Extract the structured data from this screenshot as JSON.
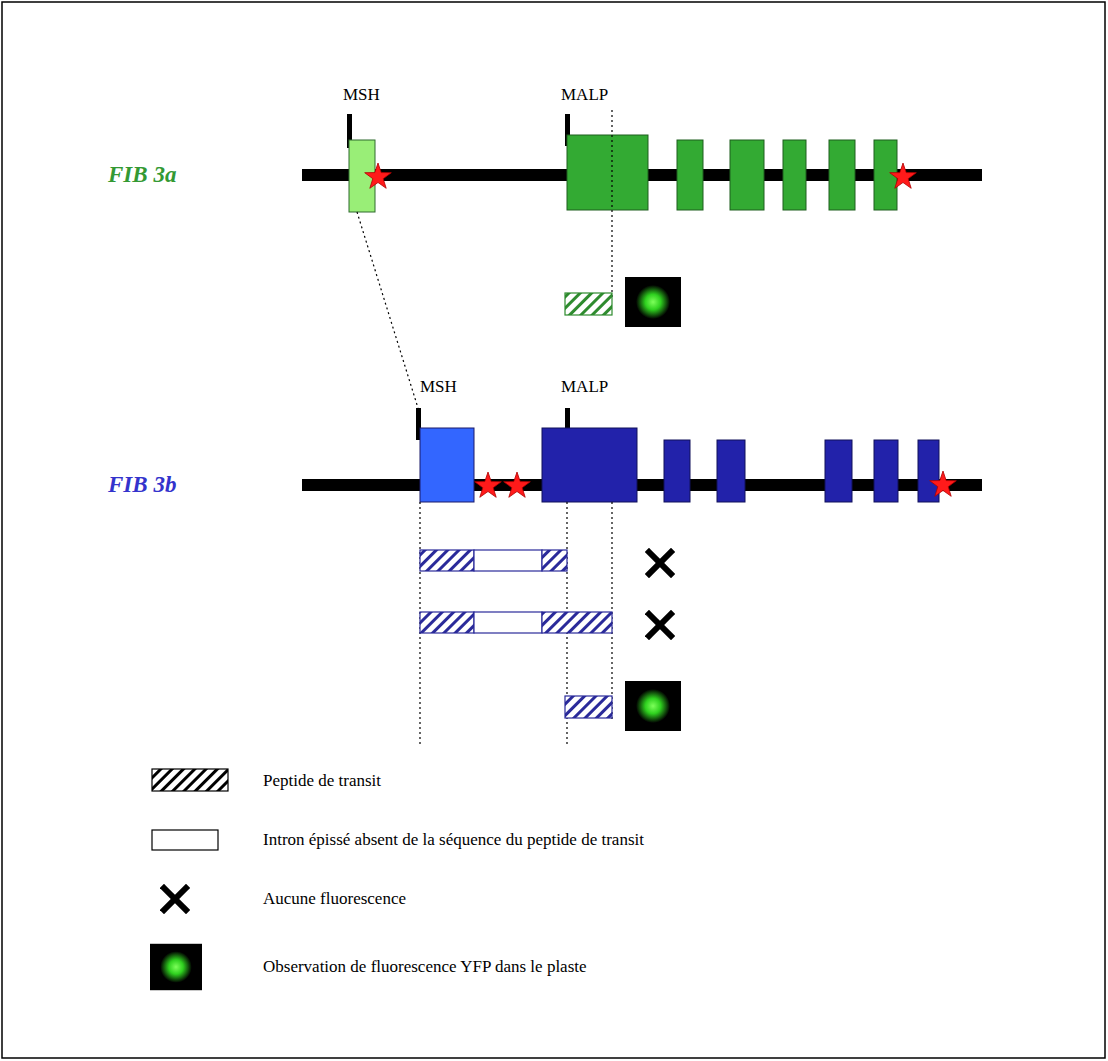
{
  "diagram": {
    "labels": [
      "MSH",
      "MALP",
      "FIB 3a",
      "MSH",
      "MALP",
      "FIB 3b"
    ],
    "legend": [
      {
        "text": "Peptide de transit"
      },
      {
        "text": "Intron épissé absent de la séquence du peptide de transit"
      },
      {
        "text": "Aucune fluorescence"
      },
      {
        "text": "Observation de fluorescence YFP dans le plaste"
      }
    ]
  }
}
